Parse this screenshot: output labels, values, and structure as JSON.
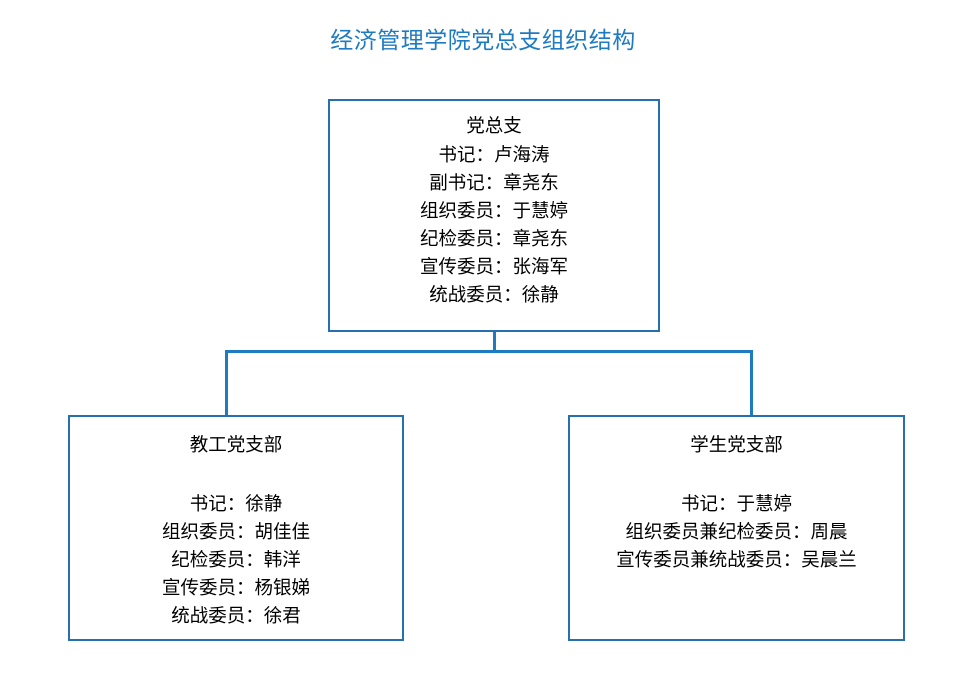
{
  "title": "经济管理学院党总支组织结构",
  "colors": {
    "title": "#1F7BC1",
    "box_border": "#2670B0",
    "connector": "#1F7BC1",
    "text": "#000000",
    "background": "#FFFFFF"
  },
  "nodes": {
    "root": {
      "heading": "党总支",
      "lines": [
        "书记：卢海涛",
        "副书记：章尧东",
        "组织委员：于慧婷",
        "纪检委员：章尧东",
        "宣传委员：张海军",
        "统战委员：徐静"
      ]
    },
    "faculty_branch": {
      "heading": "教工党支部",
      "lines": [
        "书记：徐静",
        "组织委员：胡佳佳",
        "纪检委员：韩洋",
        "宣传委员：杨银娣",
        "统战委员：徐君"
      ]
    },
    "student_branch": {
      "heading": "学生党支部",
      "lines": [
        "书记：于慧婷",
        "组织委员兼纪检委员：周晨",
        "宣传委员兼统战委员：吴晨兰"
      ]
    }
  }
}
